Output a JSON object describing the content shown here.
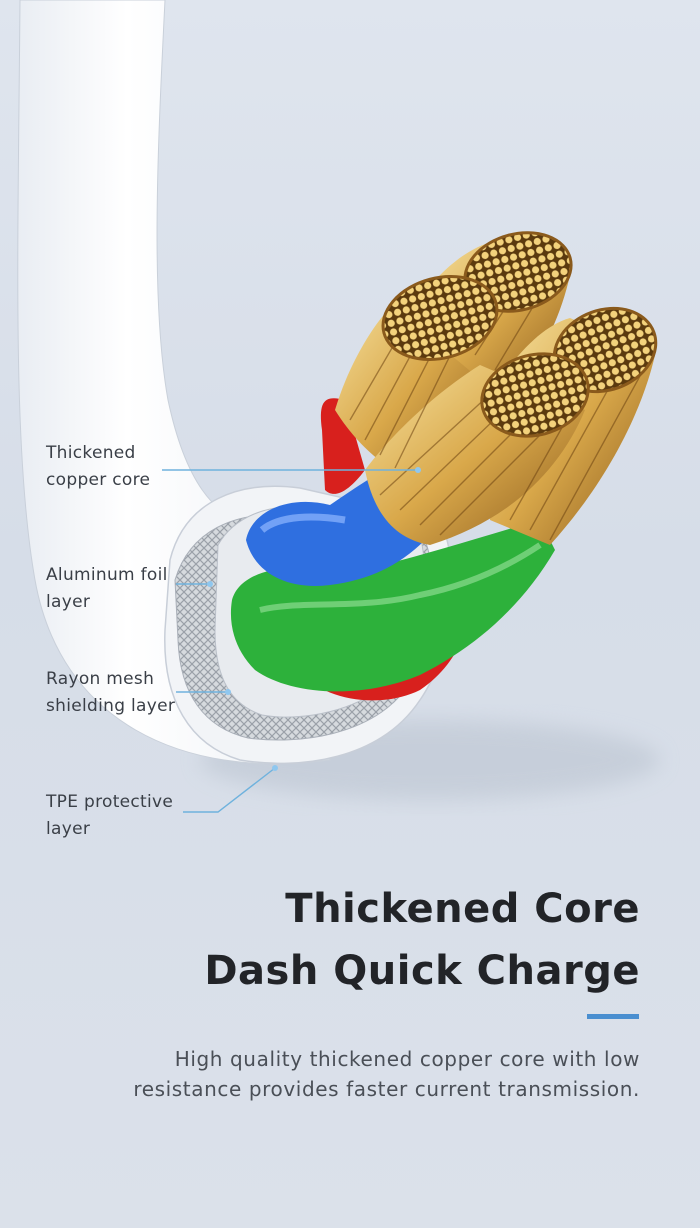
{
  "callouts": {
    "copper_core": [
      "Thickened",
      "copper core"
    ],
    "aluminum_foil": [
      "Aluminum foil",
      "layer"
    ],
    "rayon_mesh": [
      "Rayon mesh",
      "shielding layer"
    ],
    "tpe_layer": [
      "TPE protective",
      "layer"
    ]
  },
  "headline": [
    "Thickened Core",
    "Dash Quick Charge"
  ],
  "description": [
    "High quality thickened copper core with low",
    "resistance provides faster current transmission."
  ],
  "colors": {
    "background": "#dbe1ea",
    "accent": "#4a8fd0",
    "leader_line": "#6fb2dd",
    "wire_red": "#d8201d",
    "wire_blue": "#2f6fe0",
    "wire_green": "#2db13b",
    "copper": "#d9a84a"
  }
}
